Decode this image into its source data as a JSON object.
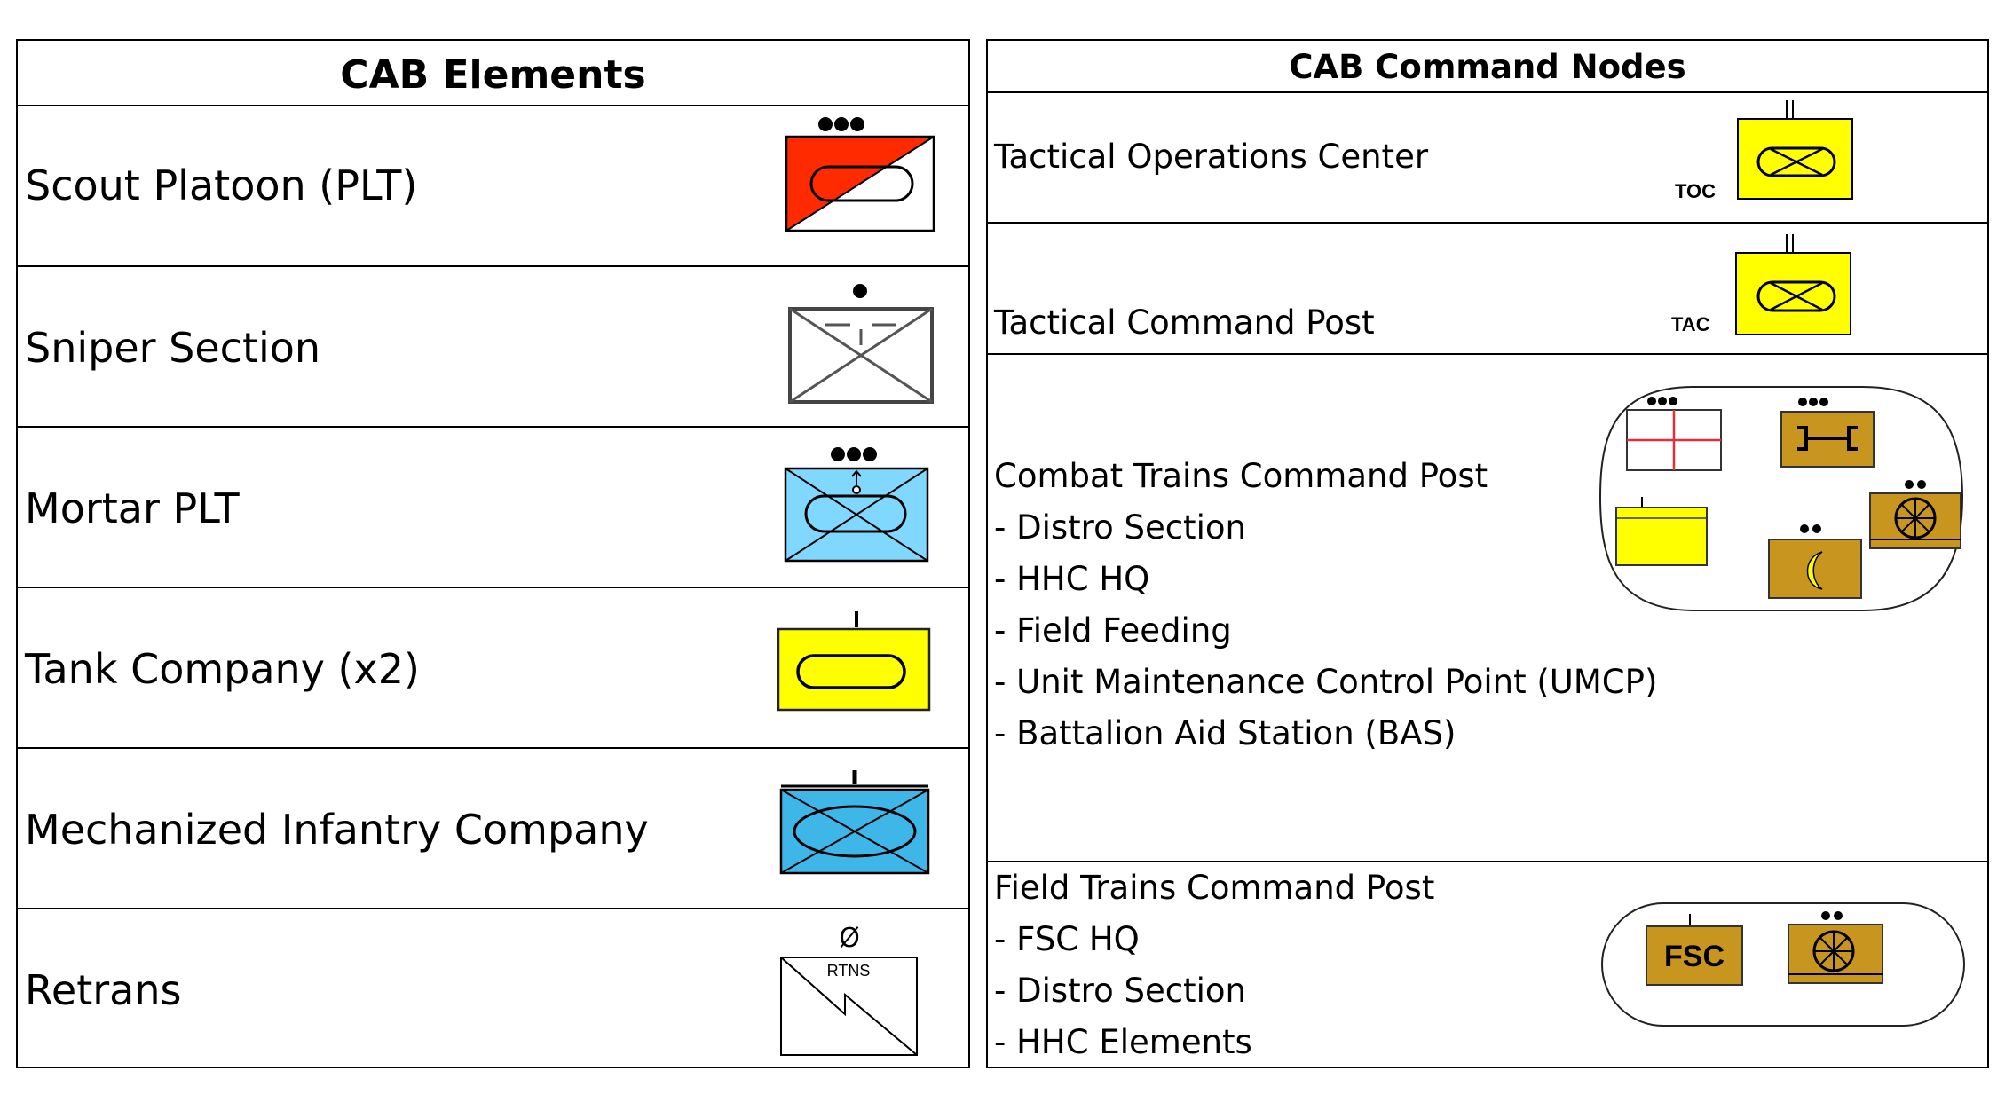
{
  "left": {
    "title": "CAB Elements",
    "rows": [
      {
        "label": "Scout Platoon (PLT)",
        "icon": "scout-platoon-symbol",
        "color": "#ff2a00"
      },
      {
        "label": "Sniper Section",
        "icon": "sniper-section-symbol"
      },
      {
        "label": "Mortar PLT",
        "icon": "mortar-platoon-symbol",
        "color": "#80d8ff"
      },
      {
        "label": "Tank Company (x2)",
        "icon": "tank-company-symbol",
        "color": "#ffff00"
      },
      {
        "label": "Mechanized Infantry Company",
        "icon": "mech-infantry-symbol",
        "color": "#3fb6e8"
      },
      {
        "label": "Retrans",
        "icon": "retrans-symbol",
        "symbol_caption": "RTNS",
        "symbol_glyph": "Ø"
      }
    ]
  },
  "right": {
    "title": "CAB Command Nodes",
    "toc": {
      "label": "Tactical Operations Center",
      "caption": "TOC",
      "color": "#ffff00"
    },
    "tac": {
      "label": "Tactical Command Post",
      "caption": "TAC",
      "color": "#ffff00"
    },
    "ctcp": {
      "title": "Combat Trains Command Post",
      "items": [
        "- Distro Section",
        "- HHC HQ",
        "- Field Feeding",
        "- Unit Maintenance Control Point (UMCP)",
        "- Battalion Aid Station (BAS)"
      ],
      "colors": {
        "maintenance": "#c8961e",
        "hq": "#ffff00"
      }
    },
    "ftcp": {
      "title": "Field Trains Command Post",
      "items": [
        "- FSC HQ",
        "- Distro Section",
        "- HHC Elements"
      ],
      "fsc_text": "FSC"
    }
  }
}
